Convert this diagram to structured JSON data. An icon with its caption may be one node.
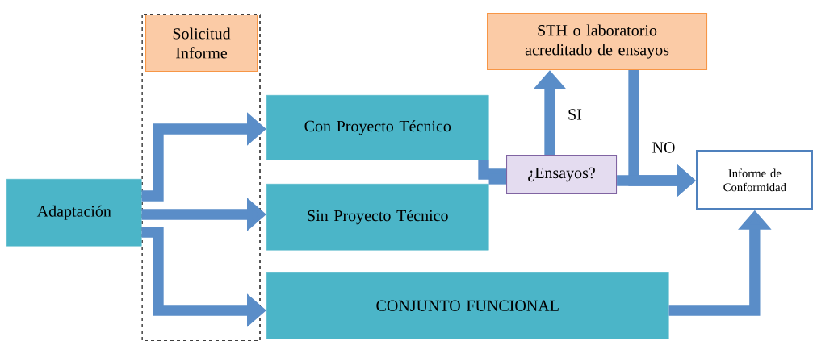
{
  "diagram": {
    "nodes": [
      {
        "text": [
          "Adaptación"
        ]
      },
      {
        "text": [
          "Solicitud Informe"
        ]
      },
      {
        "text": [
          "Con Proyecto Técnico"
        ]
      },
      {
        "text": [
          "Sin Proyecto Técnico"
        ]
      },
      {
        "text": [
          "CONJUNTO FUNCIONAL"
        ]
      },
      {
        "text": [
          "STH o laboratorio acreditado de ensayos"
        ]
      },
      {
        "text": [
          "¿Ensayos?"
        ]
      },
      {
        "text": [
          "Informe de Conformidad"
        ]
      }
    ],
    "edges": [
      {
        "from": 0,
        "to": 2,
        "arrow": "to"
      },
      {
        "from": 0,
        "to": 3,
        "arrow": "to"
      },
      {
        "from": 0,
        "to": 4,
        "arrow": "to"
      },
      {
        "from": 2,
        "to": 6,
        "arrow": "none"
      },
      {
        "from": 3,
        "to": 6,
        "arrow": "none"
      },
      {
        "from": 6,
        "to": 5,
        "arrow": "to",
        "label": "SI"
      },
      {
        "from": 5,
        "to": 7,
        "arrow": "to",
        "label": "NO"
      },
      {
        "from": 6,
        "to": 7,
        "arrow": "to"
      },
      {
        "from": 4,
        "to": 7,
        "arrow": "to"
      }
    ]
  }
}
